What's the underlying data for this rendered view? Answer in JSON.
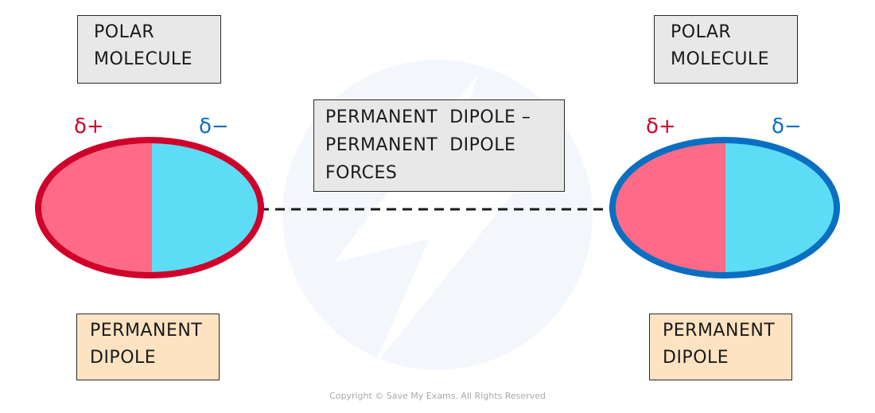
{
  "labels": {
    "left_molecule": [
      "POLAR",
      "MOLECULE"
    ],
    "right_molecule": [
      "POLAR",
      "MOLECULE"
    ],
    "force": [
      "PERMANENT  DIPOLE –",
      "PERMANENT  DIPOLE",
      "FORCES"
    ],
    "left_dipole": [
      "PERMANENT",
      "DIPOLE"
    ],
    "right_dipole": [
      "PERMANENT",
      "DIPOLE"
    ]
  },
  "charges": {
    "left_positive": "δ+",
    "left_negative": "δ−",
    "right_positive": "δ+",
    "right_negative": "δ−"
  },
  "colors": {
    "positive_fill": "#ff6b87",
    "negative_fill": "#5cdcf5",
    "left_outline": "#d0002b",
    "right_outline": "#0a6fc2",
    "label_box": "#e8e8e8",
    "dipole_box": "#fde3c2"
  },
  "footer": {
    "copyright": "Copyright © Save My Exams. All Rights Reserved"
  }
}
